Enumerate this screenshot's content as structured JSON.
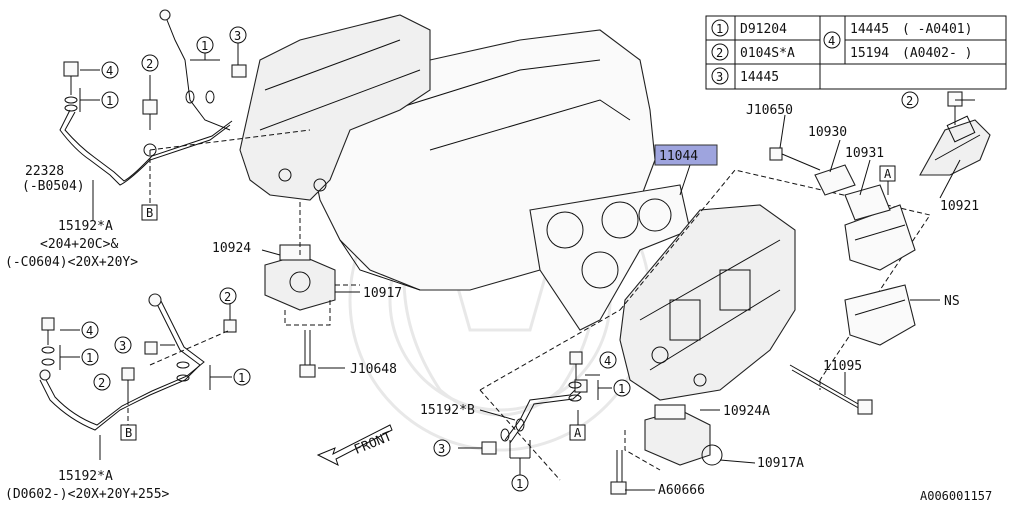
{
  "legend": {
    "rows": [
      {
        "num": "1",
        "code": "D91204"
      },
      {
        "num": "2",
        "code": "0104S*A"
      },
      {
        "num": "3",
        "code": "14445"
      }
    ],
    "group_num": "4",
    "group_rows": [
      {
        "code": "14445",
        "range": "( -A0401)"
      },
      {
        "code": "15194",
        "range": "(A0402- )"
      }
    ]
  },
  "labels": {
    "p11044": "11044",
    "p22328": "22328",
    "p22328_range": "(-B0504)",
    "p15192A_top": "15192*A",
    "p15192A_top_line2": "<204+20C>&",
    "p15192A_top_line3": "(-C0604)<20X+20Y>",
    "p10924": "10924",
    "p10917": "10917",
    "pJ10648": "J10648",
    "pJ10650": "J10650",
    "p10930": "10930",
    "p10931": "10931",
    "p10921": "10921",
    "pNS": "NS",
    "p11095": "11095",
    "p15192B": "15192*B",
    "p10924A": "10924A",
    "p10917A": "10917A",
    "pA60666": "A60666",
    "p15192A_bottom": "15192*A",
    "p15192A_bottom_line2": "(D0602-)<20X+20Y+255>",
    "front": "FRONT",
    "ref_A": "A",
    "ref_B": "B",
    "diagram_id": "A006001157"
  },
  "callouts": {
    "c1": "1",
    "c2": "2",
    "c3": "3",
    "c4": "4"
  }
}
